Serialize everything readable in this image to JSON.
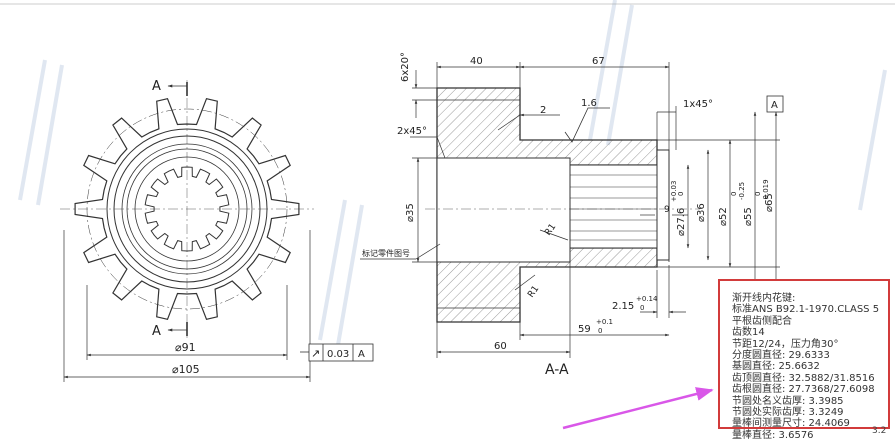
{
  "section_labels": {
    "a_top": "A",
    "a_bottom": "A",
    "section_title": "A-A"
  },
  "dims": {
    "d91": "⌀91",
    "d105": "⌀105",
    "chamfer_6x20": "6x20°",
    "chamfer_2x45": "2x45°",
    "chamfer_1x45": "1x45°",
    "len40": "40",
    "len67": "67",
    "len2": "2",
    "rough": "1.6",
    "datum": "A",
    "d35": "⌀35",
    "d27_6": "⌀27.6",
    "d27_6_tol_up": "+0.03",
    "d27_6_tol_low": "0",
    "d36": "⌀36",
    "d52": "⌀52",
    "d52_tol_up": "0",
    "d52_tol_low": "-0.25",
    "d55": "⌀55",
    "d55_tol_up": "0",
    "d55_tol_low": "-0.019",
    "d65": "⌀65",
    "len9": "9",
    "r1_a": "R1",
    "r1_b": "R1",
    "len2_15": "2.15",
    "len2_15_tol_up": "+0.14",
    "len2_15_tol_low": "0",
    "len59": "59",
    "len59_tol_up": "+0.1",
    "len59_tol_low": "0",
    "len60": "60"
  },
  "callout": "标记零件图号",
  "tolerance_frame": {
    "symbol": "↗",
    "value": "0.03",
    "datum": "A"
  },
  "spline_spec": {
    "lines": [
      "渐开线内花键:",
      "标准ANS B92.1-1970.CLASS 5",
      "平根齿侧配合",
      "齿数14",
      "节距12/24，压力角30°",
      "分度圆直径: 29.6333",
      "基圆直径: 25.6632",
      "齿顶圆直径: 32.5882/31.8516",
      "齿根圆直径: 27.7368/27.6098",
      "节圆处名义齿厚: 3.3985",
      "节圆处实际齿厚: 3.3249",
      "量棒间测量尺寸: 24.4069",
      "量棒直径: 3.6576"
    ]
  },
  "page_number": "3.2",
  "colors": {
    "line": "#333333",
    "highlight_box": "#d23b3b",
    "arrow": "#d957e8",
    "watermark": "#c7d4e6"
  }
}
